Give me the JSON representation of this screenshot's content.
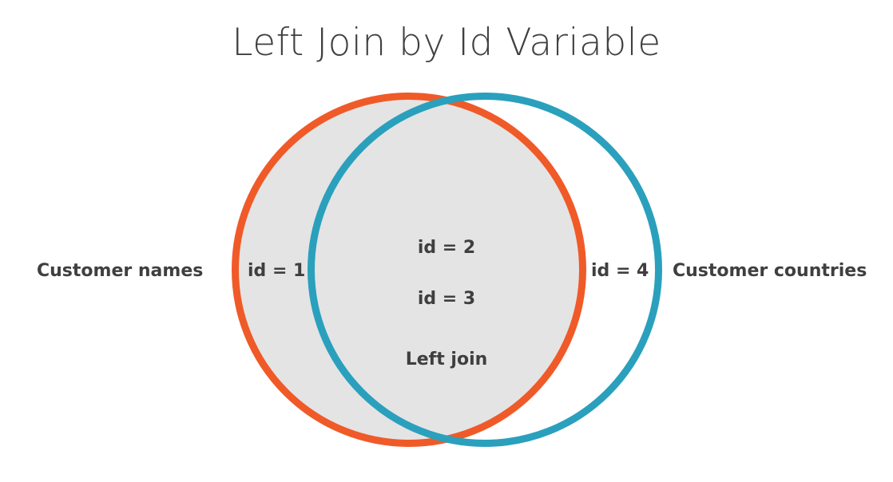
{
  "title": "Left Join by Id Variable",
  "left_set": {
    "name": "Customer names",
    "only_ids": [
      "id = 1"
    ],
    "color": "#f05a28"
  },
  "right_set": {
    "name": "Customer countries",
    "only_ids": [
      "id = 4"
    ],
    "color": "#2aa0bd"
  },
  "intersection": {
    "ids": [
      "id = 2",
      "id = 3"
    ]
  },
  "highlight": {
    "label": "Left join",
    "fill": "#e4e4e4"
  }
}
